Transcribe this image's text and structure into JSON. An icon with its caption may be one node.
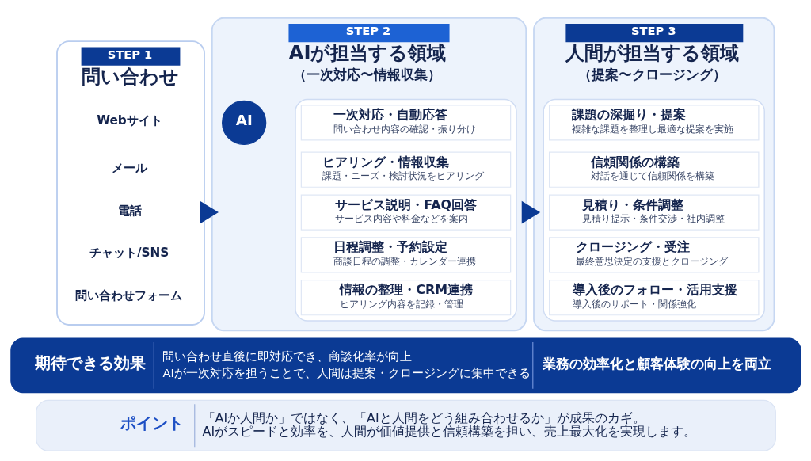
{
  "diagram": {
    "nodes": [
      {
        "text": [
          "STEP 1",
          "問い合わせ"
        ]
      },
      {
        "text": [
          "Webサイト"
        ],
        "in": 0
      },
      {
        "text": [
          "メール"
        ],
        "in": 0
      },
      {
        "text": [
          "電話"
        ],
        "in": 0
      },
      {
        "text": [
          "チャット/SNS"
        ],
        "in": 0
      },
      {
        "text": [
          "問い合わせフォーム"
        ],
        "in": 0
      },
      {
        "text": [
          "STEP 2",
          "AIが担当する領域",
          "（一次対応〜情報収集）"
        ]
      },
      {
        "text": [
          "AI"
        ],
        "in": 6
      },
      {
        "text": [],
        "shape": "box",
        "in": 6
      },
      {
        "text": [
          "一次対応・自動応答",
          "問い合わせ内容の確認・振り分け"
        ],
        "in": 8
      },
      {
        "text": [
          "ヒアリング・情報収集",
          "課題・ニーズ・検討状況をヒアリング"
        ],
        "in": 8
      },
      {
        "text": [
          "サービス説明・FAQ回答",
          "サービス内容や料金などを案内"
        ],
        "in": 8
      },
      {
        "text": [
          "日程調整・予約設定",
          "商談日程の調整・カレンダー連携"
        ],
        "in": 8
      },
      {
        "text": [
          "情報の整理・CRM連携",
          "ヒアリング内容を記録・管理"
        ],
        "in": 8
      },
      {
        "text": [
          "STEP 3",
          "人間が担当する領域",
          "（提案〜クロージング）"
        ]
      },
      {
        "text": [],
        "shape": "box",
        "in": 14
      },
      {
        "text": [
          "課題の深掘り・提案",
          "複雑な課題を整理し最適な提案を実施"
        ],
        "in": 15
      },
      {
        "text": [
          "信頼関係の構築",
          "対話を通じて信頼関係を構築"
        ],
        "in": 15
      },
      {
        "text": [
          "見積り・条件調整",
          "見積り提示・条件交渉・社内調整"
        ],
        "in": 15
      },
      {
        "text": [
          "クロージング・受注",
          "最終意思決定の支援とクロージング"
        ],
        "in": 15
      },
      {
        "text": [
          "導入後のフォロー・活用支援",
          "導入後のサポート・関係強化"
        ],
        "in": 15
      },
      {
        "text": [
          "期待できる効果",
          "問い合わせ直後に即対応でき、商談化率が向上",
          "AIが一次対応を担うことで、人間は提案・クロージングに集中できる",
          "業務の効率化と顧客体験の向上を両立"
        ]
      },
      {
        "text": [
          "ポイント",
          "「AIか人間か」ではなく、「AIと人間をどう組み合わせるか」が成果のカギ。AIがスピードと効率を、人間が価値提供と信頼構築を担い、売上最大化を実現します。"
        ]
      }
    ],
    "edges": [
      {
        "from": 0,
        "to": 6,
        "arrow": "to"
      },
      {
        "from": 6,
        "to": 14,
        "arrow": "to"
      }
    ]
  }
}
